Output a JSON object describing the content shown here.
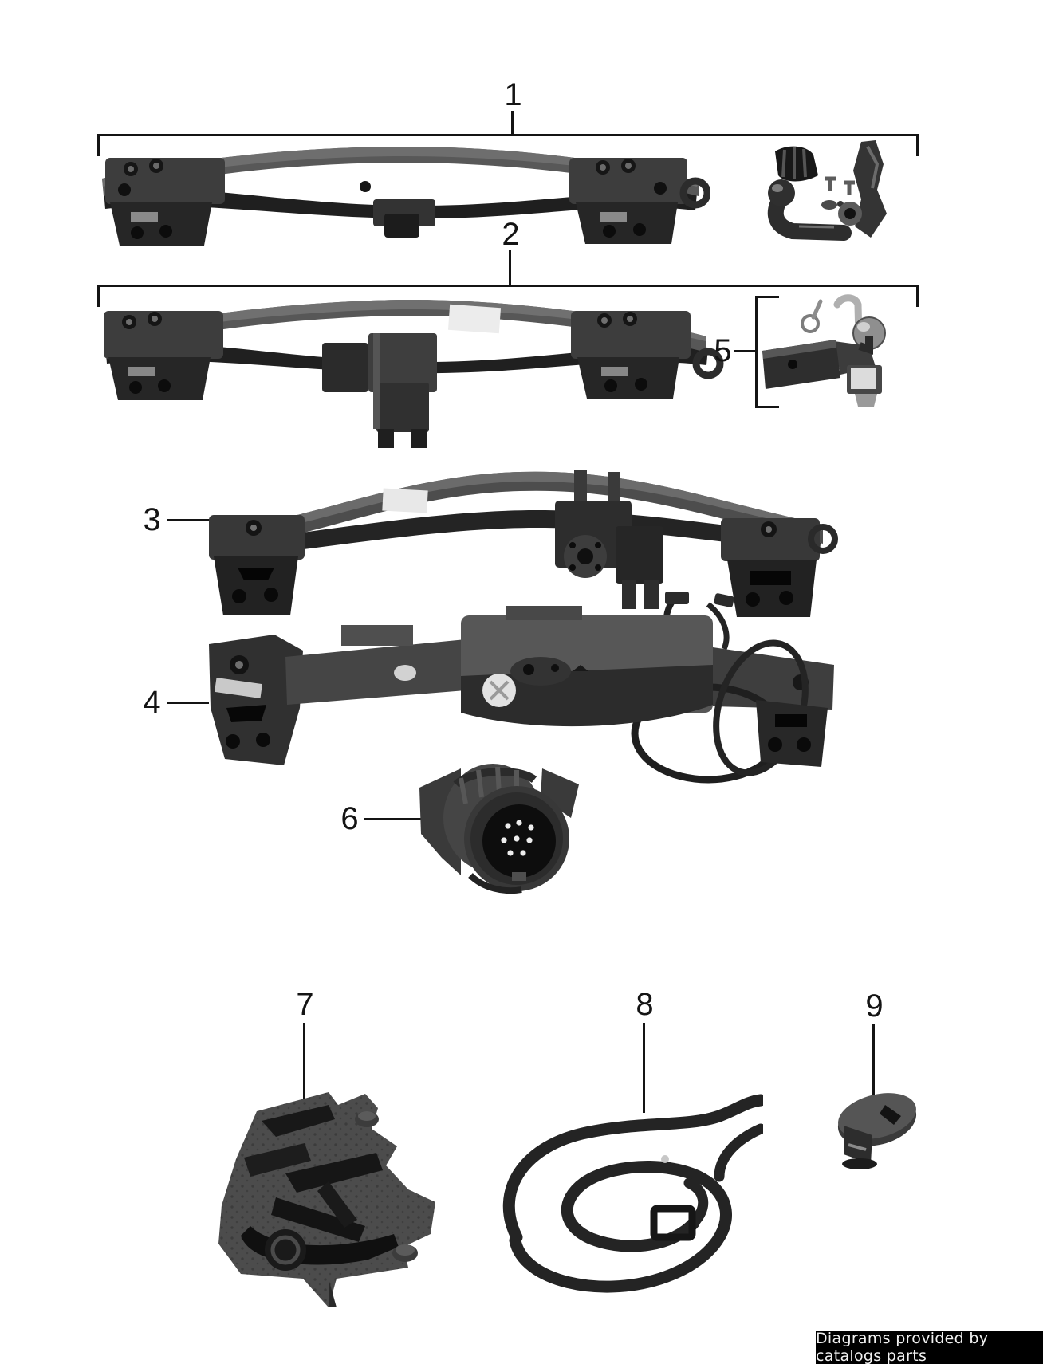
{
  "colors": {
    "background": "#ffffff",
    "line": "#141414",
    "footer_bg": "#000000",
    "footer_text": "#f2f2f2"
  },
  "footer": {
    "text": "Diagrams provided by catalogs parts"
  },
  "callouts": [
    {
      "label": "1"
    },
    {
      "label": "2"
    },
    {
      "label": "3"
    },
    {
      "label": "4"
    },
    {
      "label": "5"
    },
    {
      "label": "6"
    },
    {
      "label": "7"
    },
    {
      "label": "8"
    },
    {
      "label": "9"
    }
  ]
}
